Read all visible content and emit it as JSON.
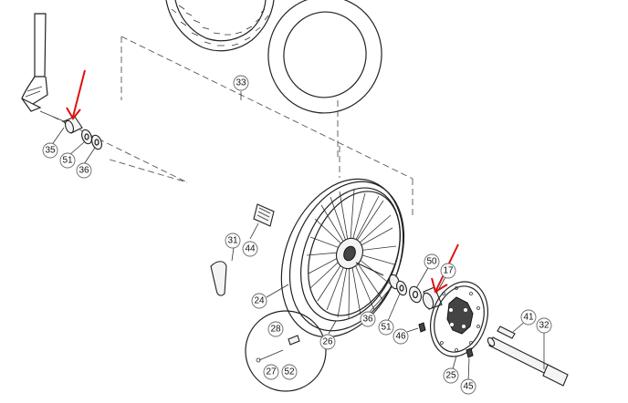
{
  "parts": [
    {
      "label": "33"
    },
    {
      "label": "35"
    },
    {
      "label": "51"
    },
    {
      "label": "36"
    },
    {
      "label": "31"
    },
    {
      "label": "44"
    },
    {
      "label": "24"
    },
    {
      "label": "36"
    },
    {
      "label": "51"
    },
    {
      "label": "50"
    },
    {
      "label": "17"
    },
    {
      "label": "46"
    },
    {
      "label": "41"
    },
    {
      "label": "32"
    },
    {
      "label": "25"
    },
    {
      "label": "45"
    },
    {
      "label": "26"
    },
    {
      "label": "28"
    },
    {
      "label": "27"
    },
    {
      "label": "52"
    }
  ],
  "highlight_color": "#e01010"
}
